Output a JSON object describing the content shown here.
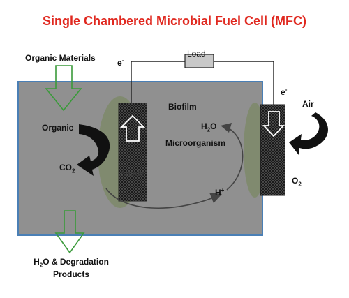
{
  "title": "Single Chambered Microbial Fuel Cell (MFC)",
  "labels": {
    "organic_materials": "Organic Materials",
    "load": "Load",
    "electron": "e",
    "electron_sup": "-",
    "biofilm": "Biofilm",
    "air": "Air",
    "organic": "Organic",
    "h2o": "H",
    "h2o_sub": "2",
    "h2o_end": "O",
    "microorganism": "Microorganism",
    "co2": "CO",
    "co2_sub": "2",
    "anode": "Anode",
    "hplus": "H",
    "hplus_sup": "+",
    "o2": "O",
    "o2_sub": "2",
    "products_line1_a": "H",
    "products_line1_sub": "2",
    "products_line1_b": "O & Degradation",
    "products_line2": "Products"
  },
  "colors": {
    "title": "#e0281f",
    "chamber_fill": "#909090",
    "chamber_border": "#4a7fb5",
    "biofilm": "#7e8a6a",
    "feed_arrow": "#3a9a3a",
    "load_box": "#c8c8c8"
  }
}
